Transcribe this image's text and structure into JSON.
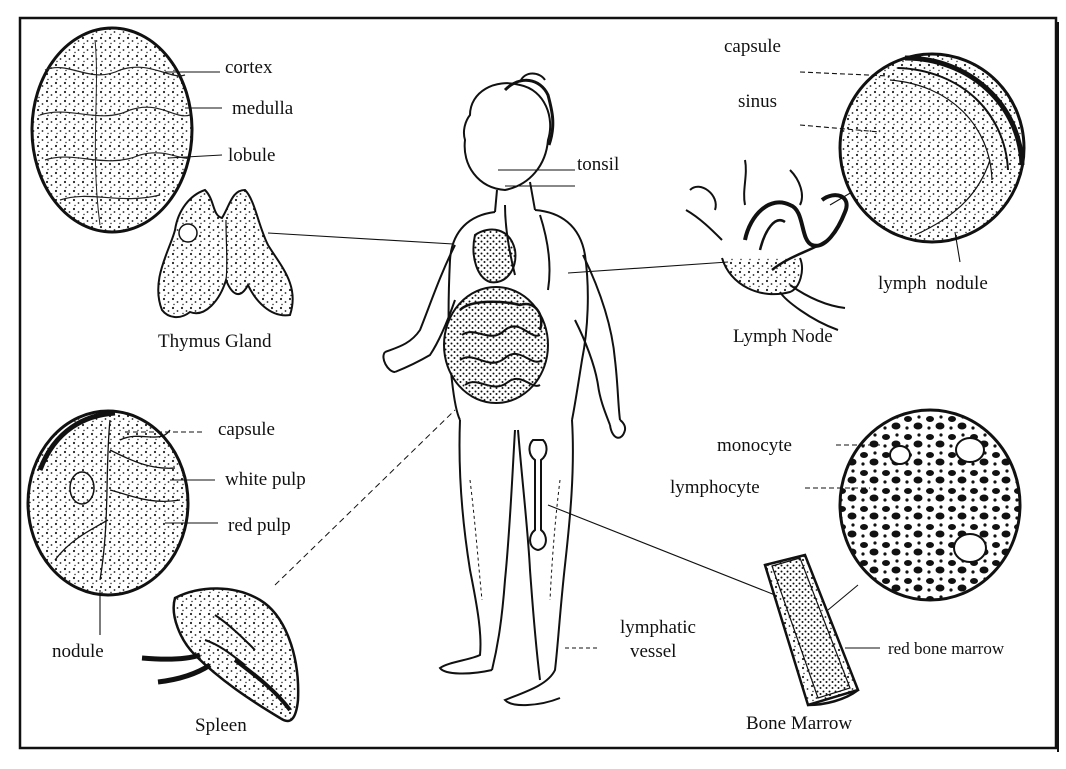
{
  "labels": {
    "thymus": {
      "cortex": "cortex",
      "medulla": "medulla",
      "lobule": "lobule",
      "caption": "Thymus Gland"
    },
    "tonsil": "tonsil",
    "lymph_node": {
      "capsule": "capsule",
      "sinus": "sinus",
      "lymph_nodule": "lymph  nodule",
      "caption": "Lymph Node"
    },
    "spleen": {
      "capsule": "capsule",
      "white_pulp": "white pulp",
      "red_pulp": "red pulp",
      "nodule": "nodule",
      "caption": "Spleen"
    },
    "bone_marrow": {
      "monocyte": "monocyte",
      "lymphocyte": "lymphocyte",
      "red_bone_marrow": "red bone marrow",
      "caption": "Bone Marrow"
    },
    "lymphatic_vessel": [
      "lymphatic",
      "vessel"
    ]
  },
  "colors": {
    "ink": "#111111",
    "background": "#ffffff"
  }
}
